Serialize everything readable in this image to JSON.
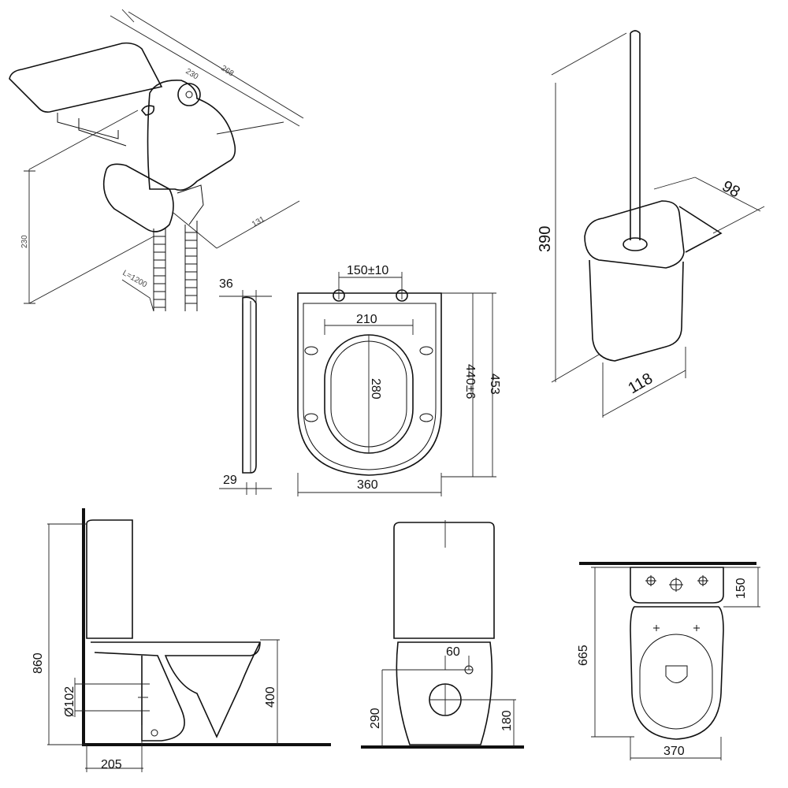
{
  "hygienic_shower": {
    "depth_inner": "230",
    "depth_outer": "268",
    "height": "230",
    "width": "131",
    "hose_length": "L=1200"
  },
  "seat_side": {
    "top_thickness": "36",
    "bottom_thickness": "29"
  },
  "seat_top": {
    "hinge_spacing": "150±10",
    "opening_width": "210",
    "opening_length": "280",
    "length": "440±6",
    "overall_length": "453",
    "width": "360"
  },
  "brush_holder": {
    "height": "390",
    "depth": "98",
    "width": "118"
  },
  "toilet_side": {
    "height": "860",
    "outlet_diameter": "Ø102",
    "seat_height": "400",
    "outlet_distance": "205"
  },
  "toilet_front": {
    "inlet_offset": "60",
    "inlet_height": "290",
    "outlet_height": "180"
  },
  "toilet_top": {
    "tank_depth": "150",
    "length": "665",
    "width": "370"
  }
}
